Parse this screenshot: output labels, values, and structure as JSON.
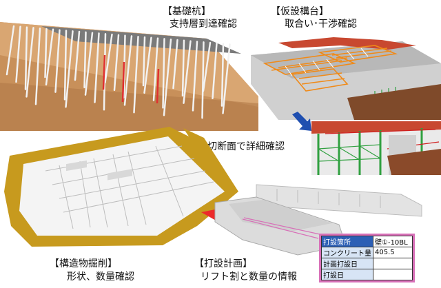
{
  "captions": {
    "pile_title": "【基礎杭】",
    "pile_sub": "支持層到達確認",
    "stage_title": "【仮設構台】",
    "stage_sub": "取合い･干渉確認",
    "section_label": "切断面で詳細確認",
    "excav_title": "【構造物掘削】",
    "excav_sub": "形状、数量確認",
    "pour_title": "【打設計画】",
    "pour_sub": "リフト割と数量の情報"
  },
  "pour_table": {
    "rows": [
      {
        "key": "打設箇所",
        "value": "壁①-10BL"
      },
      {
        "key": "コンクリート量",
        "value": "405.5"
      },
      {
        "key": "計画打設日",
        "value": ""
      },
      {
        "key": "打設日",
        "value": ""
      }
    ]
  },
  "colors": {
    "ground": "#c8905a",
    "pile": "#f2f2f2",
    "pile_highlight": "#e03030",
    "stage_frame": "#f08a18",
    "stage_post": "#30a040",
    "excav_ground": "#c79a1e",
    "pour_red": "#ec2a2a",
    "arrow": "#1f4fb0",
    "table_border": "#d870b8",
    "table_header": "#2c5fb5"
  }
}
